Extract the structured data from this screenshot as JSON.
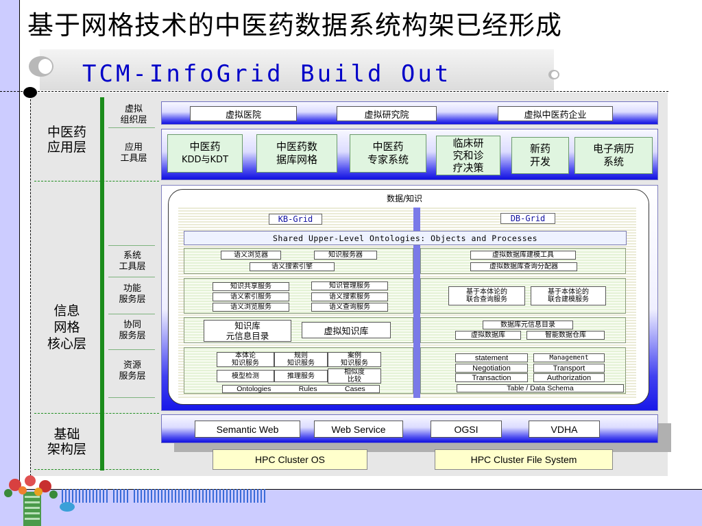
{
  "slide": {
    "title": "基于网格技术的中医药数据系统构架已经形成",
    "banner": "TCM-InfoGrid Build Out"
  },
  "layers": {
    "app": "中医药应用层",
    "app_lines": [
      "中医药",
      "应用层"
    ],
    "core_lines": [
      "信息",
      "网格",
      "核心层"
    ],
    "base_lines": [
      "基础",
      "架构层"
    ]
  },
  "sublayers": {
    "virtual_org": [
      "虚拟",
      "组织层"
    ],
    "app_tools": [
      "应用",
      "工具层"
    ],
    "system_tools": [
      "系统",
      "工具层"
    ],
    "function_service": [
      "功能",
      "服务层"
    ],
    "coop_service": [
      "协同",
      "服务层"
    ],
    "resource_service": [
      "资源",
      "服务层"
    ]
  },
  "virtual_org_items": [
    "虚拟医院",
    "虚拟研究院",
    "虚拟中医药企业"
  ],
  "app_tool_items": [
    [
      "中医药",
      "KDD与KDT"
    ],
    [
      "中医药数",
      "据库网格"
    ],
    [
      "中医药",
      "专家系统"
    ],
    [
      "临床研",
      "究和诊",
      "疗决策"
    ],
    [
      "新药",
      "开发"
    ],
    [
      "电子病历",
      "系统"
    ]
  ],
  "core": {
    "header": "数据/知识",
    "kb_grid": "KB-Grid",
    "db_grid": "DB-Grid",
    "ontology_bar": "Shared Upper-Level Ontologies: Objects and Processes",
    "system_left": [
      "语义浏览器",
      "知识服务器",
      "语义搜索引擎"
    ],
    "system_right": [
      "虚拟数据库建模工具",
      "虚拟数据库查询分配器"
    ],
    "function_left": [
      "知识共享服务",
      "知识管理服务",
      "语义索引服务",
      "语义搜索服务",
      "语义浏览服务",
      "语义查询服务"
    ],
    "function_right": [
      [
        "基于本体论的",
        "联合查询服务"
      ],
      [
        "基于本体论的",
        "联合建模服务"
      ]
    ],
    "coop_left": [
      [
        "知识库",
        "元信息目录"
      ],
      [
        "虚拟知识库"
      ]
    ],
    "coop_right": [
      "数据库元信息目录",
      "虚拟数据库",
      "智能数据仓库"
    ],
    "resource_left": [
      [
        "本体论",
        "知识服务"
      ],
      [
        "规则",
        "知识服务"
      ],
      [
        "案例",
        "知识服务"
      ],
      [
        "模型检测"
      ],
      [
        "推理服务"
      ],
      [
        "相似度",
        "比较"
      ]
    ],
    "resource_left_footer": [
      "Ontologies",
      "Rules",
      "Cases"
    ],
    "resource_right": [
      "statement",
      "Management",
      "Negotiation",
      "Transport",
      "Transaction",
      "Authorization"
    ],
    "resource_right_footer": "Table / Data Schema"
  },
  "base": {
    "items": [
      "Semantic Web",
      "Web Service",
      "OGSI",
      "VDHA"
    ],
    "hpc": [
      "HPC Cluster OS",
      "HPC Cluster File System"
    ]
  },
  "colors": {
    "banner_text": "#0000c8",
    "layer_divider": "#1c8c1c",
    "panel_blue": "#1010e0",
    "background_band": "#ccccff"
  }
}
